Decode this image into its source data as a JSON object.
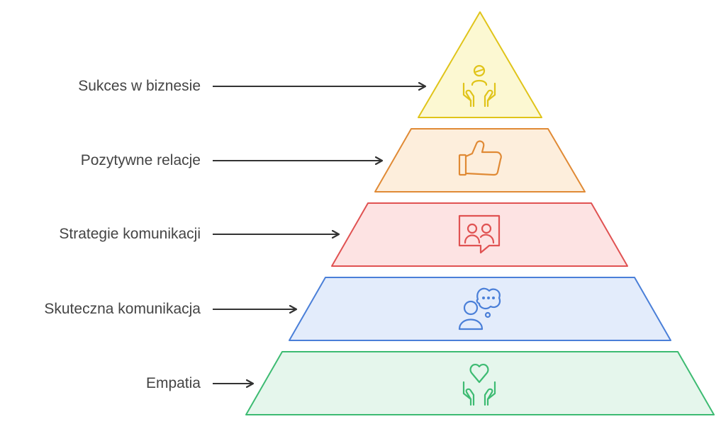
{
  "levels": [
    {
      "label": "Sukces w biznesie",
      "icon": "hands-holding-person-icon",
      "stroke": "#E0C41A",
      "fill": "#FCF8D2"
    },
    {
      "label": "Pozytywne relacje",
      "icon": "thumbs-up-icon",
      "stroke": "#E08A35",
      "fill": "#FDEEDC"
    },
    {
      "label": "Strategie komunikacji",
      "icon": "chat-people-icon",
      "stroke": "#E05252",
      "fill": "#FDE3E3"
    },
    {
      "label": "Skuteczna komunikacja",
      "icon": "person-speech-bubble-icon",
      "stroke": "#4A7FD8",
      "fill": "#E3ECFB"
    },
    {
      "label": "Empatia",
      "icon": "hands-holding-heart-icon",
      "stroke": "#3DBB72",
      "fill": "#E5F6EC"
    }
  ],
  "arrow_color": "#333333"
}
